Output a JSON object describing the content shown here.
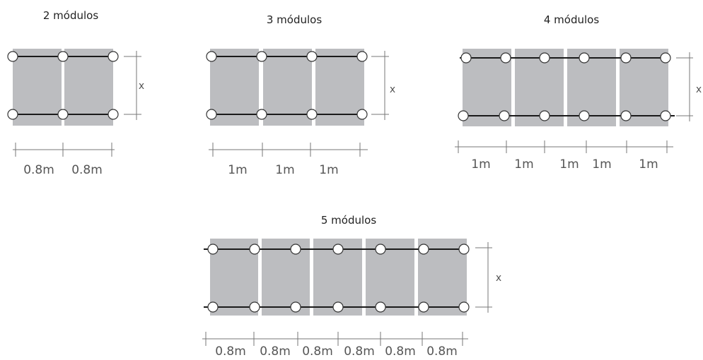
{
  "colors": {
    "panel": "#bcbdc0",
    "rail": "#1a1a1a",
    "clamp_stroke": "#333333",
    "clamp_fill": "#ffffff",
    "dimension": "#777777",
    "text": "#555555"
  },
  "diagrams": [
    {
      "title": "2 módulos",
      "modules": 2,
      "height_label": "x",
      "width_labels": [
        "0.8m",
        "0.8m"
      ]
    },
    {
      "title": "3 módulos",
      "modules": 3,
      "height_label": "x",
      "width_labels": [
        "1m",
        "1m",
        "1m"
      ]
    },
    {
      "title": "4 módulos",
      "modules": 4,
      "height_label": "x",
      "width_labels": [
        "1m",
        "1m",
        "1m",
        "1m",
        "1m"
      ]
    },
    {
      "title": "5 módulos",
      "modules": 5,
      "height_label": "x",
      "width_labels": [
        "0.8m",
        "0.8m",
        "0.8m",
        "0.8m",
        "0.8m",
        "0.8m"
      ]
    }
  ]
}
